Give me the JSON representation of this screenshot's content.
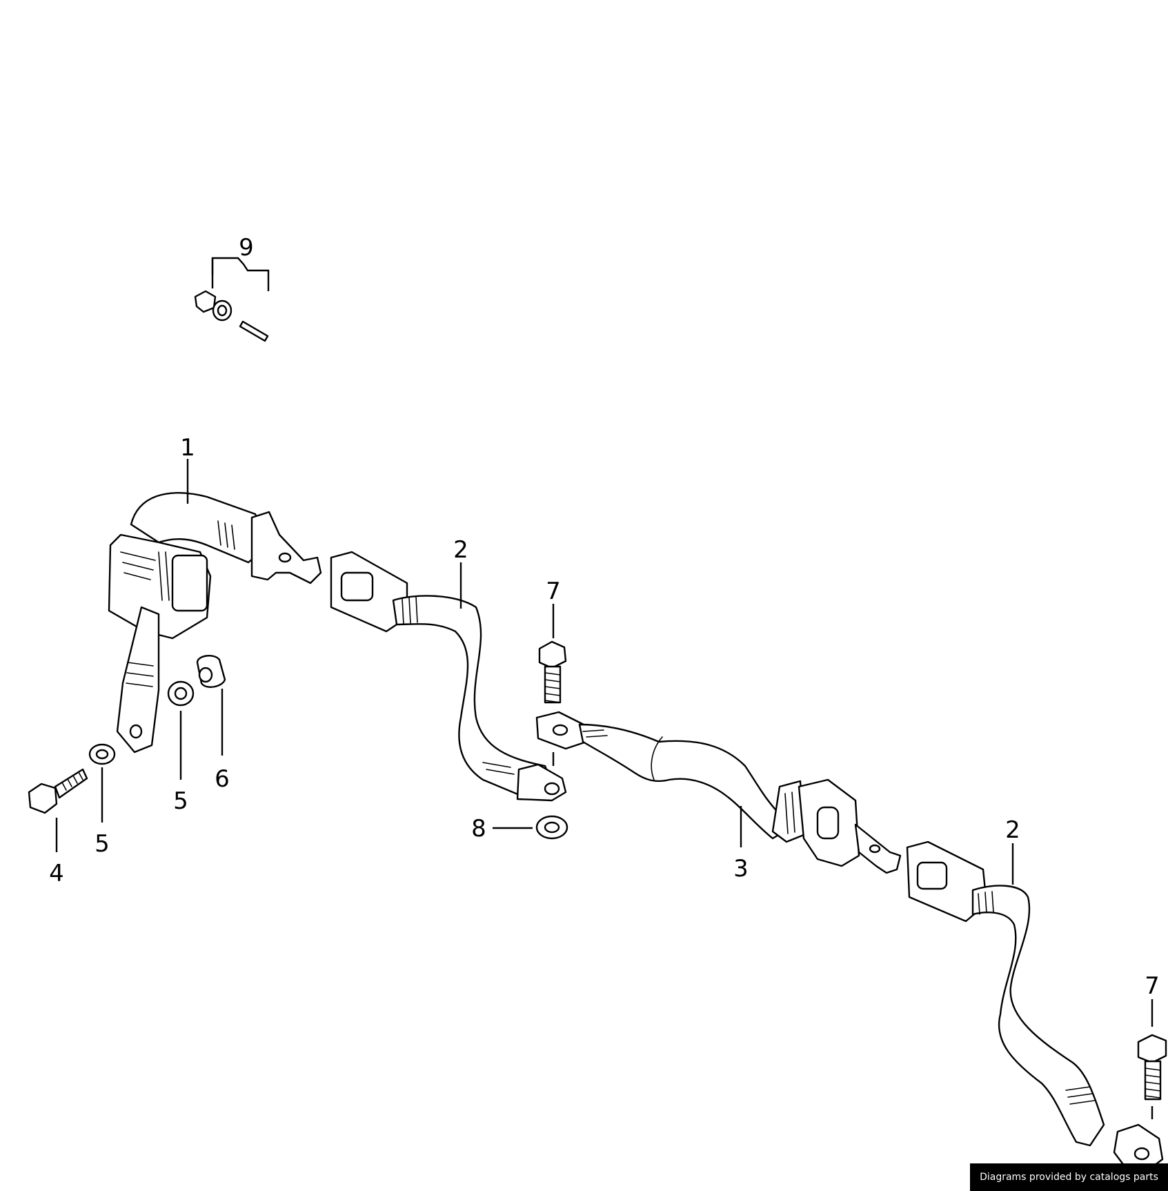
{
  "callouts": [
    {
      "id": "c9",
      "label": "9"
    },
    {
      "id": "c1",
      "label": "1"
    },
    {
      "id": "c2a",
      "label": "2"
    },
    {
      "id": "c7a",
      "label": "7"
    },
    {
      "id": "c6",
      "label": "6"
    },
    {
      "id": "c5a",
      "label": "5"
    },
    {
      "id": "c5b",
      "label": "5"
    },
    {
      "id": "c4",
      "label": "4"
    },
    {
      "id": "c8",
      "label": "8"
    },
    {
      "id": "c3",
      "label": "3"
    },
    {
      "id": "c2b",
      "label": "2"
    },
    {
      "id": "c7b",
      "label": "7"
    }
  ],
  "footer": {
    "credit": "Diagrams provided by catalogs parts"
  }
}
